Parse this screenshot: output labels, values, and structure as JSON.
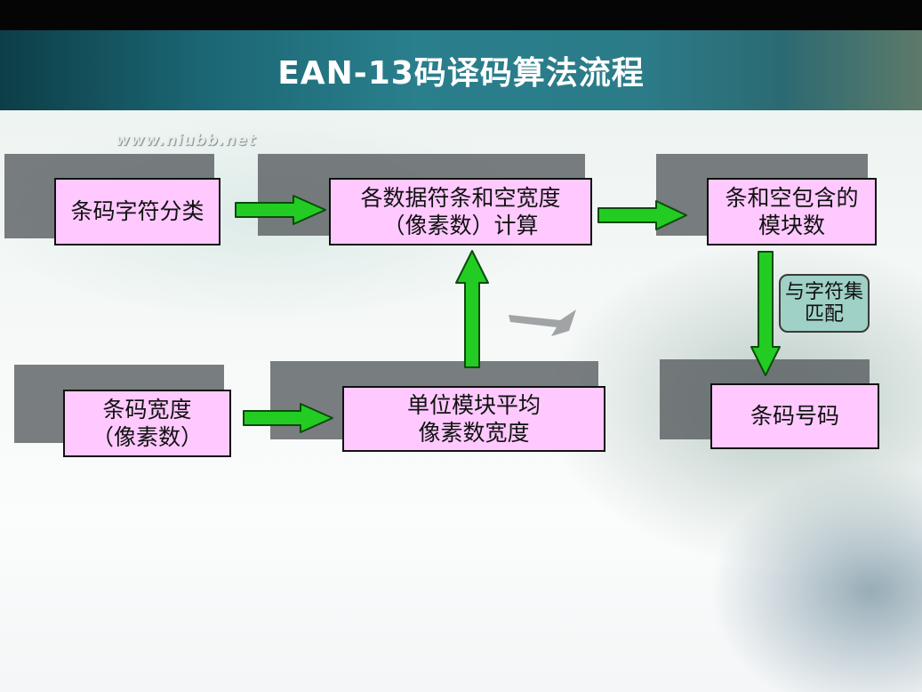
{
  "slide": {
    "title": "EAN-13码译码算法流程",
    "watermark": "www.niubb.net"
  },
  "nodes": {
    "classify": [
      "条码字符分类"
    ],
    "width_calc": [
      "各数据符条和空宽度",
      "（像素数）计算"
    ],
    "module_count": [
      "条和空包含的",
      "模块数"
    ],
    "barcode_width": [
      "条码宽度",
      "（像素数）"
    ],
    "unit_width": [
      "单位模块平均",
      "像素数宽度"
    ],
    "barcode_number": [
      "条码号码"
    ]
  },
  "note": [
    "与字符集",
    "匹配"
  ],
  "colors": {
    "box_fill": "#ffc9ff",
    "arrow_fill": "#22cc22",
    "note_fill": "#9fd1c6",
    "title_bar": "#1b6674"
  }
}
